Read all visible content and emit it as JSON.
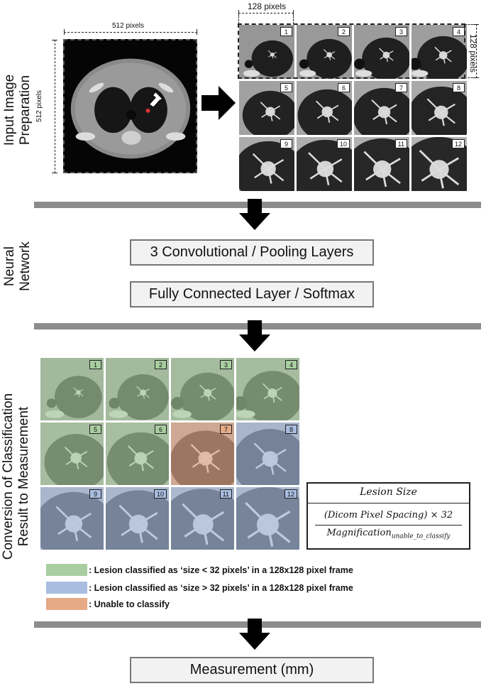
{
  "sections": {
    "input": {
      "label_line1": "Input Image",
      "label_line2": "Preparation"
    },
    "network": {
      "label_line1": "Neural",
      "label_line2": "Network"
    },
    "conversion": {
      "label_line1": "Conversion of Classification",
      "label_line2": "Result to Measurement"
    }
  },
  "input_image": {
    "width_label": "512 pixels",
    "height_label": "512 pixels"
  },
  "tile_size": {
    "width_label": "128 pixels",
    "height_label": "128 pixels"
  },
  "tiles": [
    "1",
    "2",
    "3",
    "4",
    "5",
    "6",
    "7",
    "8",
    "9",
    "10",
    "11",
    "12"
  ],
  "network_layers": {
    "layer1": "3 Convolutional / Pooling Layers",
    "layer2": "Fully Connected Layer / Softmax"
  },
  "classification": {
    "colors": {
      "small": "#a9cfa0",
      "large": "#a8bde0",
      "unable": "#e6aa86"
    },
    "tile_classes": [
      "small",
      "small",
      "small",
      "small",
      "small",
      "small",
      "unable",
      "large",
      "large",
      "large",
      "large",
      "large"
    ]
  },
  "formula": {
    "title": "Lesion Size",
    "numerator": "(Dicom Pixel Spacing) × 32",
    "denominator_main": "Magnification",
    "denominator_sub": "unable_to_classify"
  },
  "legend": {
    "small": ": Lesion classified as ‘size < 32 pixels’ in a 128x128 pixel frame",
    "large": ": Lesion classified as ‘size > 32 pixels’ in a 128x128 pixel frame",
    "unable": ": Unable to classify"
  },
  "output": {
    "label": "Measurement (mm)"
  }
}
